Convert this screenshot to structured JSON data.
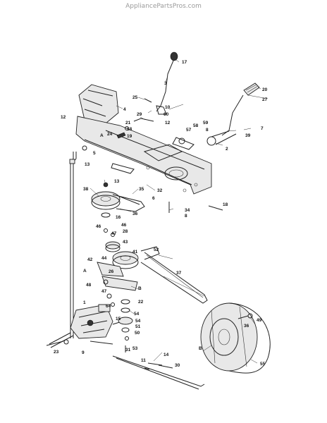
{
  "watermark": "AppliancePartsPros.com",
  "labels": [
    {
      "id": "17",
      "text": "17"
    },
    {
      "id": "3",
      "text": "3"
    },
    {
      "id": "20",
      "text": "20"
    },
    {
      "id": "27",
      "text": "27"
    },
    {
      "id": "25",
      "text": "25"
    },
    {
      "id": "10",
      "text": "10"
    },
    {
      "id": "60",
      "text": "60"
    },
    {
      "id": "29",
      "text": "29"
    },
    {
      "id": "12a",
      "text": "12"
    },
    {
      "id": "4",
      "text": "4"
    },
    {
      "id": "12b",
      "text": "12"
    },
    {
      "id": "21",
      "text": "21"
    },
    {
      "id": "18a",
      "text": "18"
    },
    {
      "id": "24",
      "text": "24"
    },
    {
      "id": "19",
      "text": "19"
    },
    {
      "id": "A1",
      "text": "A"
    },
    {
      "id": "58",
      "text": "58"
    },
    {
      "id": "59",
      "text": "59"
    },
    {
      "id": "57",
      "text": "57"
    },
    {
      "id": "8a",
      "text": "8"
    },
    {
      "id": "7",
      "text": "7"
    },
    {
      "id": "39",
      "text": "39"
    },
    {
      "id": "2",
      "text": "2"
    },
    {
      "id": "5",
      "text": "5"
    },
    {
      "id": "13a",
      "text": "13"
    },
    {
      "id": "13b",
      "text": "13"
    },
    {
      "id": "38",
      "text": "38"
    },
    {
      "id": "35",
      "text": "35"
    },
    {
      "id": "32",
      "text": "32"
    },
    {
      "id": "6",
      "text": "6"
    },
    {
      "id": "34",
      "text": "34"
    },
    {
      "id": "8b",
      "text": "8"
    },
    {
      "id": "18b",
      "text": "18"
    },
    {
      "id": "36a",
      "text": "36"
    },
    {
      "id": "16",
      "text": "16"
    },
    {
      "id": "46a",
      "text": "46"
    },
    {
      "id": "46b",
      "text": "46"
    },
    {
      "id": "47a",
      "text": "47"
    },
    {
      "id": "28",
      "text": "28"
    },
    {
      "id": "43",
      "text": "43"
    },
    {
      "id": "41",
      "text": "41"
    },
    {
      "id": "52",
      "text": "52"
    },
    {
      "id": "42",
      "text": "42"
    },
    {
      "id": "44",
      "text": "44"
    },
    {
      "id": "A2",
      "text": "A"
    },
    {
      "id": "26",
      "text": "26"
    },
    {
      "id": "37",
      "text": "37"
    },
    {
      "id": "48",
      "text": "48"
    },
    {
      "id": "47b",
      "text": "47"
    },
    {
      "id": "B1",
      "text": "B"
    },
    {
      "id": "22",
      "text": "22"
    },
    {
      "id": "64",
      "text": "64"
    },
    {
      "id": "1",
      "text": "1"
    },
    {
      "id": "54a",
      "text": "54"
    },
    {
      "id": "54b",
      "text": "54"
    },
    {
      "id": "15",
      "text": "15"
    },
    {
      "id": "51",
      "text": "51"
    },
    {
      "id": "50",
      "text": "50"
    },
    {
      "id": "53",
      "text": "53"
    },
    {
      "id": "49",
      "text": "49"
    },
    {
      "id": "36b",
      "text": "36"
    },
    {
      "id": "23",
      "text": "23"
    },
    {
      "id": "9",
      "text": "9"
    },
    {
      "id": "31",
      "text": "31"
    },
    {
      "id": "14",
      "text": "14"
    },
    {
      "id": "11",
      "text": "11"
    },
    {
      "id": "30",
      "text": "30"
    },
    {
      "id": "B2",
      "text": "B"
    },
    {
      "id": "55",
      "text": "55"
    }
  ]
}
